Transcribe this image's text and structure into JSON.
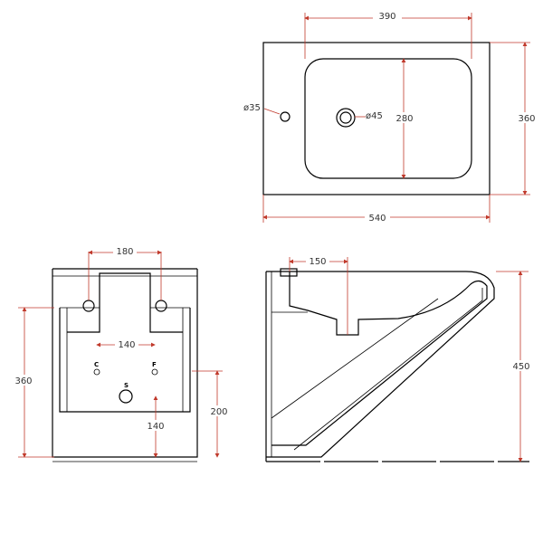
{
  "colors": {
    "outline": "#000000",
    "dimension": "#c0392b",
    "text": "#333333"
  },
  "top_view": {
    "width_label": "540",
    "depth_label": "360",
    "bowl_width_label": "390",
    "bowl_depth_label": "280",
    "tap_hole_label": "ø35",
    "drain_label": "ø45"
  },
  "front_view": {
    "hole_spacing_label": "180",
    "height_label": "360",
    "supply_spacing_label": "140",
    "cold_label": "C",
    "hot_label": "F",
    "drain_mark_label": "S",
    "drain_height_label": "140",
    "fixing_height_label": "200"
  },
  "side_view": {
    "rim_offset_label": "150",
    "height_label": "450"
  }
}
